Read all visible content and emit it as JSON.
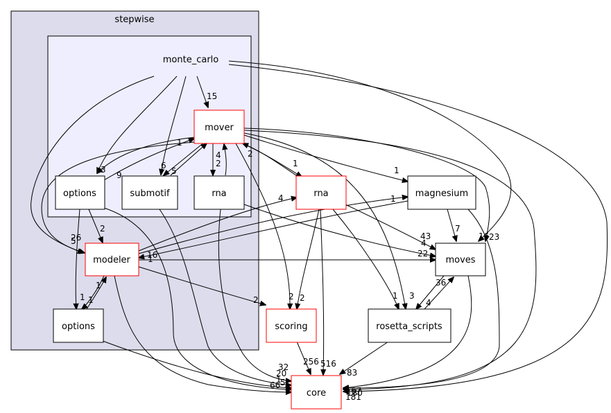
{
  "colors": {
    "cluster_outer_fill": "#dcdcec",
    "cluster_inner_fill": "#eeeeff",
    "red_border": "#ff0000",
    "black_border": "#000000"
  },
  "clusters": {
    "stepwise": "stepwise",
    "monte_carlo": "monte_carlo"
  },
  "nodes": {
    "mover": "mover",
    "options_mc": "options",
    "submotif": "submotif",
    "rna_mc": "rna",
    "modeler": "modeler",
    "options_sw": "options",
    "rna": "rna",
    "magnesium": "magnesium",
    "moves": "moves",
    "scoring": "scoring",
    "rosetta_scripts": "rosetta_scripts",
    "core": "core"
  },
  "edge_labels": {
    "mc_mover": "15",
    "mover_options_a": "1",
    "options_mover_a": "3",
    "mover_options_b": "9",
    "submotif_mover": "5",
    "mover_submotif": "6",
    "mover_rna_mc": "4",
    "rna_mc_mover": "2",
    "rna_mover": "2",
    "mover_rna": "1",
    "mover_magnesium": "1",
    "options_modeler": "2",
    "modeler_top": "26",
    "modeler_s": "5",
    "modeler_6": "6",
    "modeler_16": "16",
    "modeler_1": "1",
    "modeler_rna": "4",
    "modeler_magnesium": "1",
    "modeler_moves": "22",
    "options_sw_modeler": "1",
    "modeler_options_sw_a": "1",
    "modeler_options_sw_b": "1",
    "scoring_2a": "2",
    "scoring_2b": "2",
    "scoring_2c": "2",
    "moves_43": "43",
    "moves_4": "4",
    "moves_7": "7",
    "moves_16": "16",
    "moves_23": "23",
    "moves_36": "36",
    "rs_1": "1",
    "rs_3": "3",
    "rs_4": "4",
    "core_32": "32",
    "core_20": "20",
    "core_1": "1",
    "core_256": "256",
    "core_516": "516",
    "core_83": "83",
    "core_66": "66",
    "core_5": "5",
    "core_67": "67",
    "core_180": "180",
    "core_181": "181"
  }
}
